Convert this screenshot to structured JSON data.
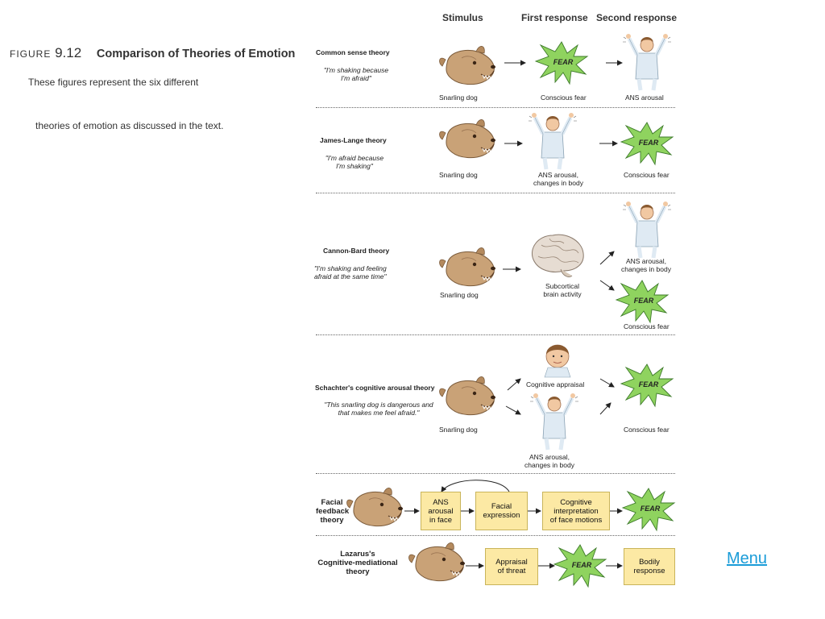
{
  "figure": {
    "number_prefix": "FIGURE",
    "number": "9.12",
    "title": "Comparison of Theories of Emotion",
    "caption_line1": "These figures represent the six different",
    "caption_line2": "theories of emotion as discussed in the text."
  },
  "columns": {
    "stimulus": "Stimulus",
    "first": "First response",
    "second": "Second response"
  },
  "fear_word": "FEAR",
  "theories": {
    "common_sense": {
      "name": "Common sense theory",
      "quote1": "\"I'm shaking because",
      "quote2": "I'm afraid\"",
      "stim": "Snarling dog",
      "first": "Conscious fear",
      "second": "ANS arousal"
    },
    "james_lange": {
      "name": "James-Lange theory",
      "quote1": "\"I'm afraid because",
      "quote2": "I'm shaking\"",
      "stim": "Snarling dog",
      "first1": "ANS arousal,",
      "first2": "changes in body",
      "second": "Conscious fear"
    },
    "cannon_bard": {
      "name": "Cannon-Bard theory",
      "quote1": "\"I'm shaking and feeling",
      "quote2": "afraid at the same time\"",
      "stim": "Snarling dog",
      "first1": "Subcortical",
      "first2": "brain activity",
      "second_a1": "ANS arousal,",
      "second_a2": "changes in body",
      "second_b": "Conscious fear"
    },
    "schachter": {
      "name": "Schachter's cognitive arousal theory",
      "quote1": "\"This snarling dog is dangerous and",
      "quote2": "that makes me feel afraid.\"",
      "stim": "Snarling dog",
      "first_a": "Cognitive appraisal",
      "first_b1": "ANS arousal,",
      "first_b2": "changes in body",
      "second": "Conscious fear"
    },
    "facial_feedback": {
      "name1": "Facial",
      "name2": "feedback",
      "name3": "theory",
      "box1_l1": "ANS",
      "box1_l2": "arousal",
      "box1_l3": "in face",
      "box2_l1": "Facial",
      "box2_l2": "expression",
      "box3_l1": "Cognitive",
      "box3_l2": "interpretation",
      "box3_l3": "of face motions"
    },
    "lazarus": {
      "name1": "Lazarus's",
      "name2": "Cognitive-mediational",
      "name3": "theory",
      "box1_l1": "Appraisal",
      "box1_l2": "of threat",
      "box2_l1": "Bodily",
      "box2_l2": "response"
    }
  },
  "menu_link": "Menu",
  "colors": {
    "fear_fill": "#8fd35f",
    "fear_stroke": "#3d7a2a",
    "box_fill": "#fce9a4",
    "link": "#1a9cd8"
  }
}
